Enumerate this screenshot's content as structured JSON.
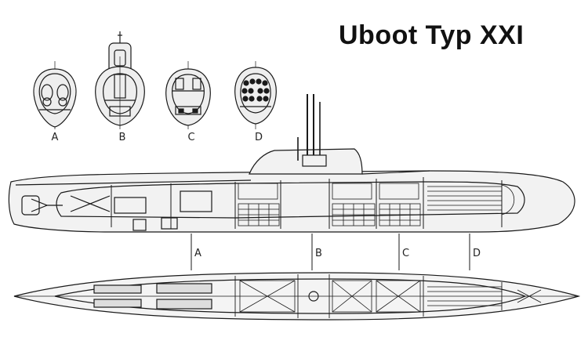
{
  "title": "Uboot Typ XXI",
  "sections": [
    {
      "key": "A",
      "label": "A"
    },
    {
      "key": "B",
      "label": "B"
    },
    {
      "key": "C",
      "label": "C"
    },
    {
      "key": "D",
      "label": "D"
    }
  ],
  "colors": {
    "ink": "#1a1a1a",
    "fill": "#eeeeee",
    "background": "#ffffff"
  }
}
